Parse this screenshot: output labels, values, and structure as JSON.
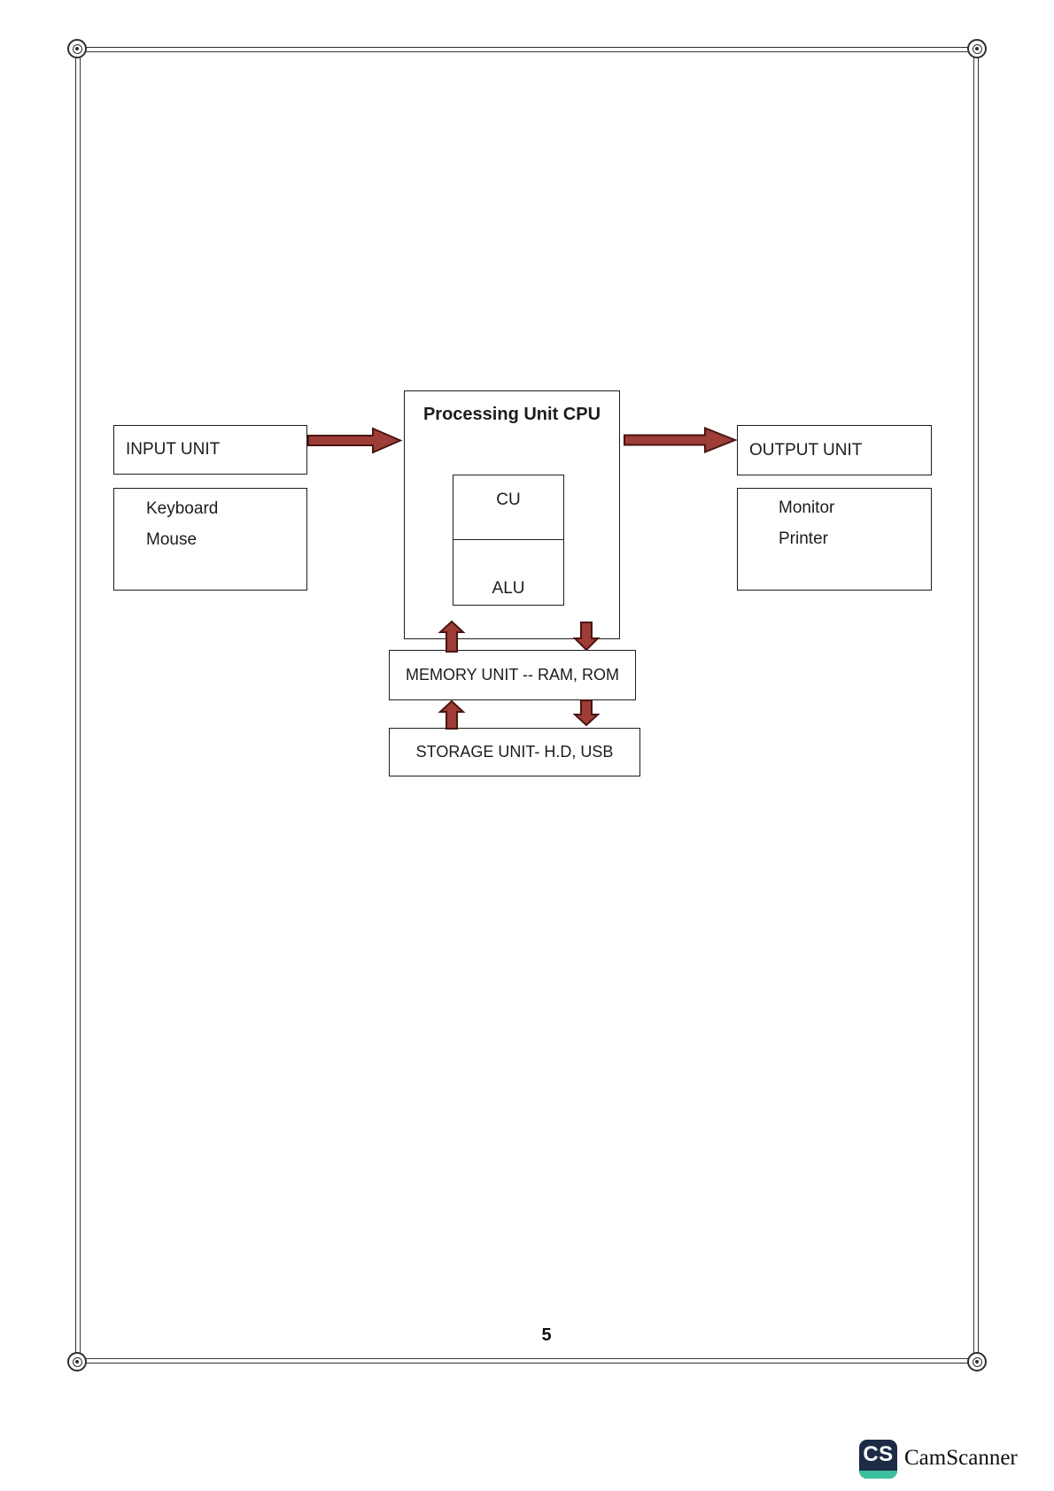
{
  "page": {
    "number": "5"
  },
  "diagram": {
    "input_unit": {
      "label": "INPUT UNIT"
    },
    "input_devices": {
      "items": [
        "Keyboard",
        "Mouse"
      ]
    },
    "cpu": {
      "title": "Processing Unit CPU",
      "cu_label": "CU",
      "alu_label": "ALU"
    },
    "output_unit": {
      "label": "OUTPUT UNIT"
    },
    "output_devices": {
      "items": [
        "Monitor",
        "Printer"
      ]
    },
    "memory_unit": {
      "label": "MEMORY UNIT -- RAM, ROM"
    },
    "storage_unit": {
      "label": "STORAGE UNIT- H.D, USB"
    },
    "colors": {
      "arrow_fill": "#9e3c38",
      "arrow_stroke": "#4a1512",
      "box_border": "#1d1d1d"
    }
  },
  "footer": {
    "brand_initials": "CS",
    "brand_name": "CamScanner",
    "logo_bg": "#1d2b47",
    "logo_accent": "#3ac09c"
  }
}
